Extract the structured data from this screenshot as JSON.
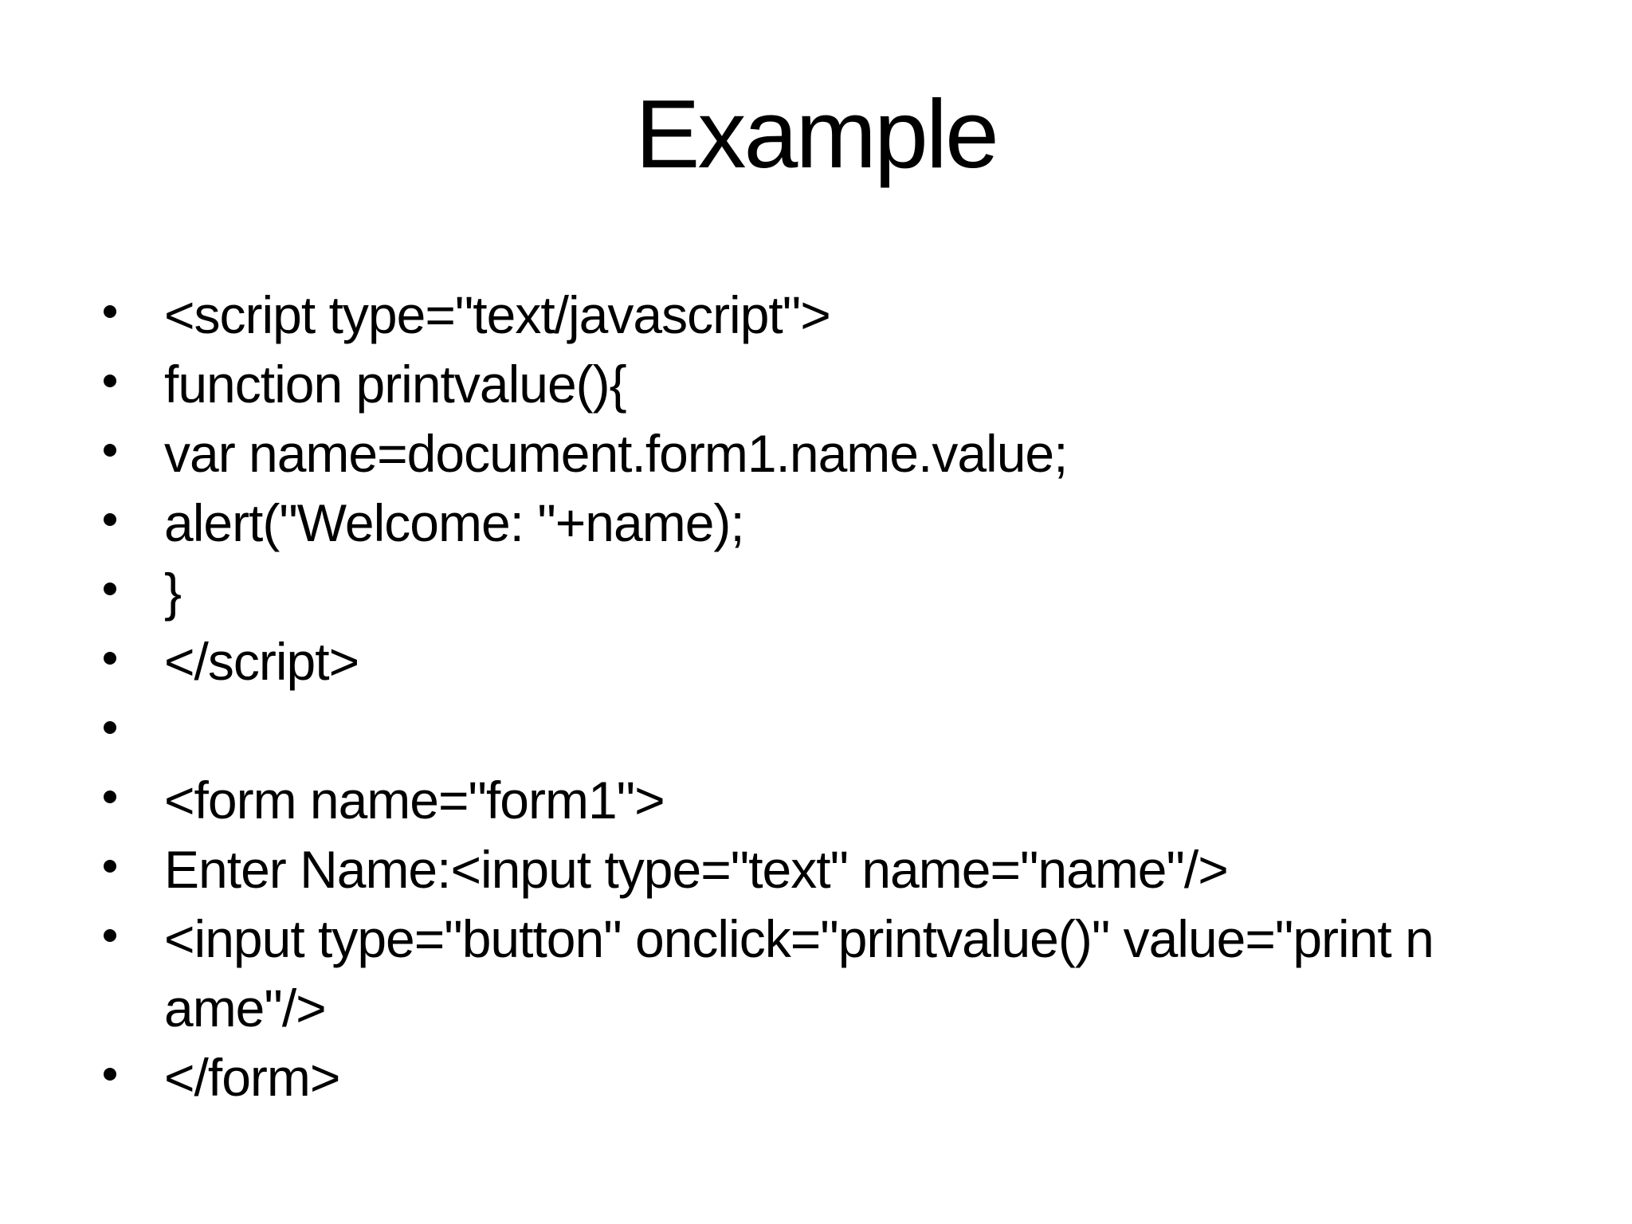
{
  "slide": {
    "title": "Example",
    "text_color": "#000000",
    "background_color": "#ffffff",
    "bullets": [
      "<script type=\"text/javascript\">",
      "function printvalue(){",
      "var name=document.form1.name.value;",
      "alert(\"Welcome: \"+name);",
      "}",
      "</script>",
      "",
      "<form name=\"form1\">",
      "Enter Name:<input type=\"text\" name=\"name\"/>",
      "<input type=\"button\" onclick=\"printvalue()\" value=\"print n\name\"/>",
      "</form>"
    ]
  }
}
